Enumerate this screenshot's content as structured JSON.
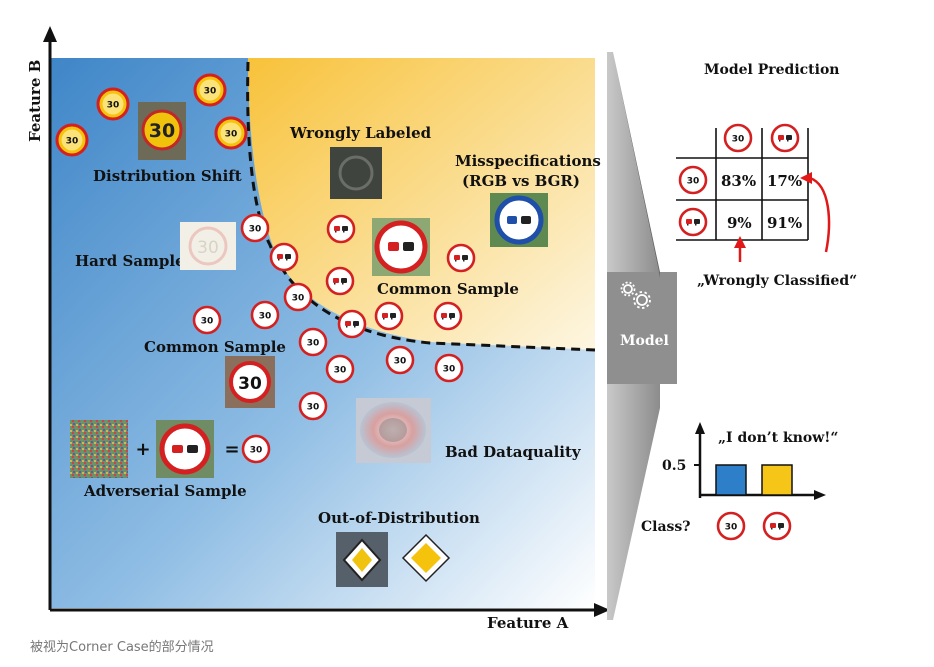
{
  "axes": {
    "x_label": "Feature A",
    "y_label": "Feature B"
  },
  "regions": {
    "distribution_shift": "Distribution Shift",
    "wrongly_labeled": "Wrongly Labeled",
    "misspecifications_line1": "Misspecifications",
    "misspecifications_line2": "(RGB vs BGR)",
    "hard_sample": "Hard Sample",
    "common_sample_right": "Common Sample",
    "common_sample_left": "Common Sample",
    "bad_dataquality": "Bad Dataquality",
    "adverserial_sample": "Adverserial Sample",
    "out_of_distribution": "Out-of-Distribution"
  },
  "sign_text": {
    "speed": "30",
    "plus": "+",
    "equals": "="
  },
  "model": {
    "label": "Model"
  },
  "prediction": {
    "title": "Model Prediction",
    "cells": {
      "r1c1": "83%",
      "r1c2": "17%",
      "r2c1": "9%",
      "r2c2": "91%"
    },
    "annotation": "„Wrongly Classified“"
  },
  "uncertainty": {
    "title": "„I don’t know!“",
    "y_tick": "0.5",
    "x_label": "Class?"
  },
  "chart_data": {
    "type": "bar",
    "title": "„I don’t know!“",
    "xlabel": "Class?",
    "ylabel": "",
    "categories": [
      "speed-limit-30",
      "no-overtaking"
    ],
    "values": [
      0.5,
      0.5
    ],
    "colors": [
      "#2e7fc9",
      "#f5c518"
    ]
  },
  "colors": {
    "blue_region": "#3b84c9",
    "orange_region": "#f8c94a",
    "sign_red": "#d42020",
    "bar_blue": "#2e7fc9",
    "bar_yellow": "#f5c518"
  },
  "caption": "被视为Corner Case的部分情况"
}
